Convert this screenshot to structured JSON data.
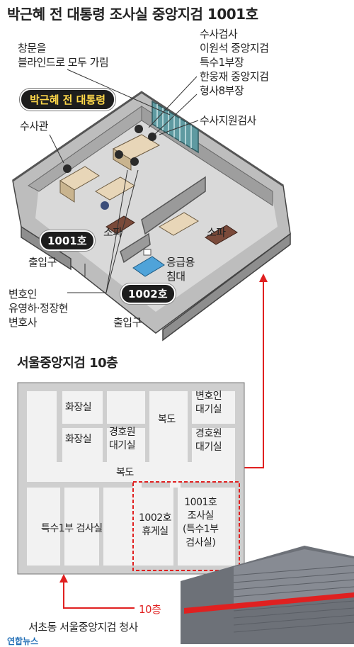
{
  "title": "박근혜 전 대통령 조사실 중앙지검 1001호",
  "room_scene": {
    "window_note": [
      "창문을",
      "블라인드로 모두 가림"
    ],
    "prosecutors": [
      "수사검사",
      "이원석 중앙지검",
      "특수1부장",
      "한웅재 중앙지검",
      "형사8부장"
    ],
    "support_prosecutor": "수사지원검사",
    "investigator": "수사관",
    "president_tag": "박근혜 전 대통령",
    "room_1001": "1001호",
    "room_1002": "1002호",
    "sofa": "소파",
    "sofa2": "소파",
    "exit": "출입구",
    "exit2": "출입구",
    "emergency_bed": [
      "응급용",
      "침대"
    ],
    "lawyers": [
      "변호인",
      "유영하·정장현",
      "변호사"
    ]
  },
  "floor_plan": {
    "title": "서울중앙지검 10층",
    "restroom_1": "화장실",
    "restroom_2": "화장실",
    "guard_waiting_label": [
      "경호원",
      "대기실"
    ],
    "hallway_top": "복도",
    "lawyer_waiting": [
      "변호인",
      "대기실"
    ],
    "guard_waiting_right": [
      "경호원",
      "대기실"
    ],
    "hallway_main": "복도",
    "special_division": "특수1부 검사실",
    "lounge_1002": [
      "1002호",
      "휴게실"
    ],
    "room_1001": [
      "1001호",
      "조사실",
      "(특수1부",
      "검사실)"
    ]
  },
  "building": {
    "floor_label": "10층",
    "caption": "서초동 서울중앙지검 청사",
    "logo": "연합뉴스"
  },
  "colors": {
    "accent_red": "#e02020",
    "tag_yellow": "#ffd84a",
    "wall": "#8c8c8c",
    "floor": "#d8d8d8"
  }
}
